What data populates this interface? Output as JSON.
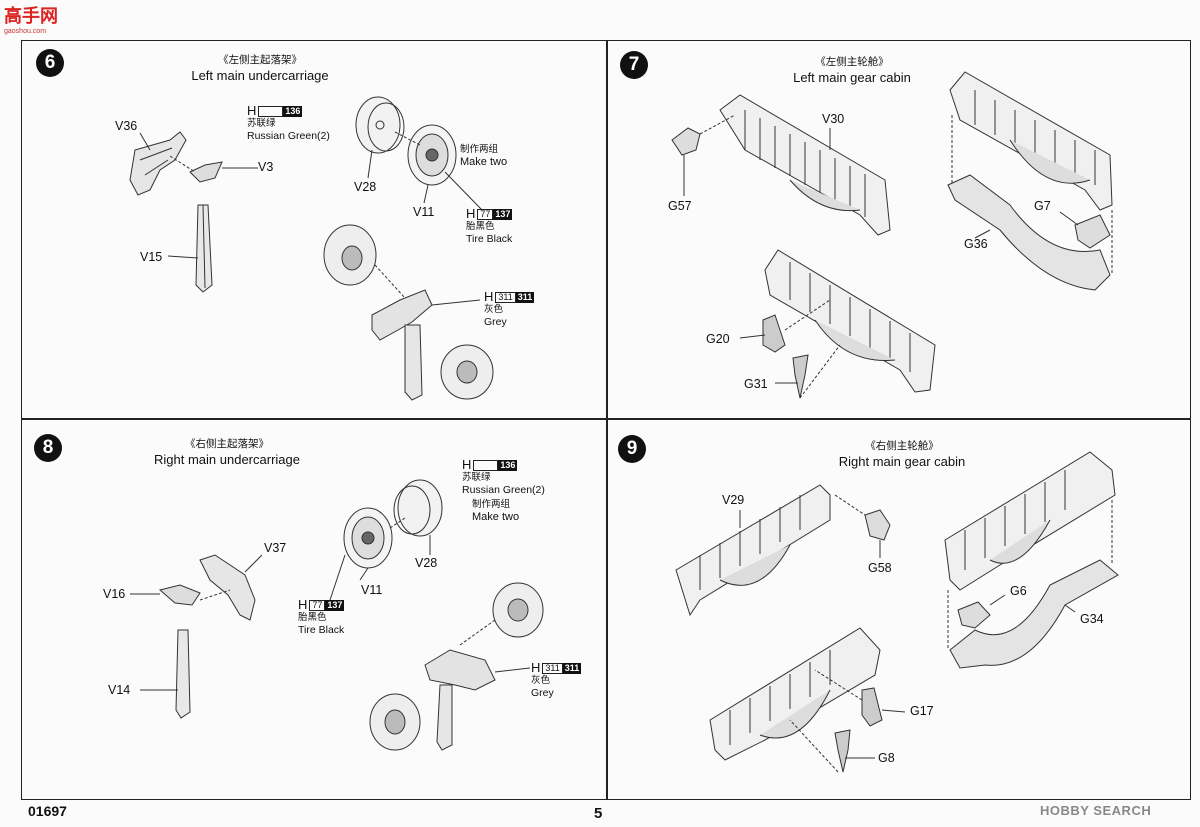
{
  "logo": {
    "text": "高手网",
    "url": "gaoshou.com"
  },
  "steps": [
    {
      "number": "6",
      "title_cn": "《左侧主起落架》",
      "title_en": "Left main undercarriage"
    },
    {
      "number": "7",
      "title_cn": "《左侧主轮舱》",
      "title_en": "Left main gear cabin"
    },
    {
      "number": "8",
      "title_cn": "《右侧主起落架》",
      "title_en": "Right main undercarriage"
    },
    {
      "number": "9",
      "title_cn": "《右侧主轮舱》",
      "title_en": "Right main gear cabin"
    }
  ],
  "paints": {
    "green": {
      "h": "H",
      "code": "136",
      "cn": "苏联绿",
      "en": "Russian Green(2)"
    },
    "black": {
      "h": "H",
      "code_a": "77",
      "code_b": "137",
      "cn": "胎黑色",
      "en": "Tire Black"
    },
    "grey": {
      "h": "H",
      "code_a": "311",
      "code_b": "311",
      "cn": "灰色",
      "en": "Grey"
    }
  },
  "notes": {
    "make_two_cn": "制作两组",
    "make_two_en": "Make two"
  },
  "parts": {
    "s6": [
      "V36",
      "V3",
      "V15",
      "V28",
      "V11"
    ],
    "s7": [
      "V30",
      "G57",
      "G7",
      "G36",
      "G20",
      "G31"
    ],
    "s8": [
      "V37",
      "V16",
      "V14",
      "V28",
      "V11"
    ],
    "s9": [
      "V29",
      "G58",
      "G6",
      "G34",
      "G17",
      "G8"
    ]
  },
  "footer": {
    "catalog": "01697",
    "page": "5",
    "watermark": "HOBBY SEARCH"
  }
}
